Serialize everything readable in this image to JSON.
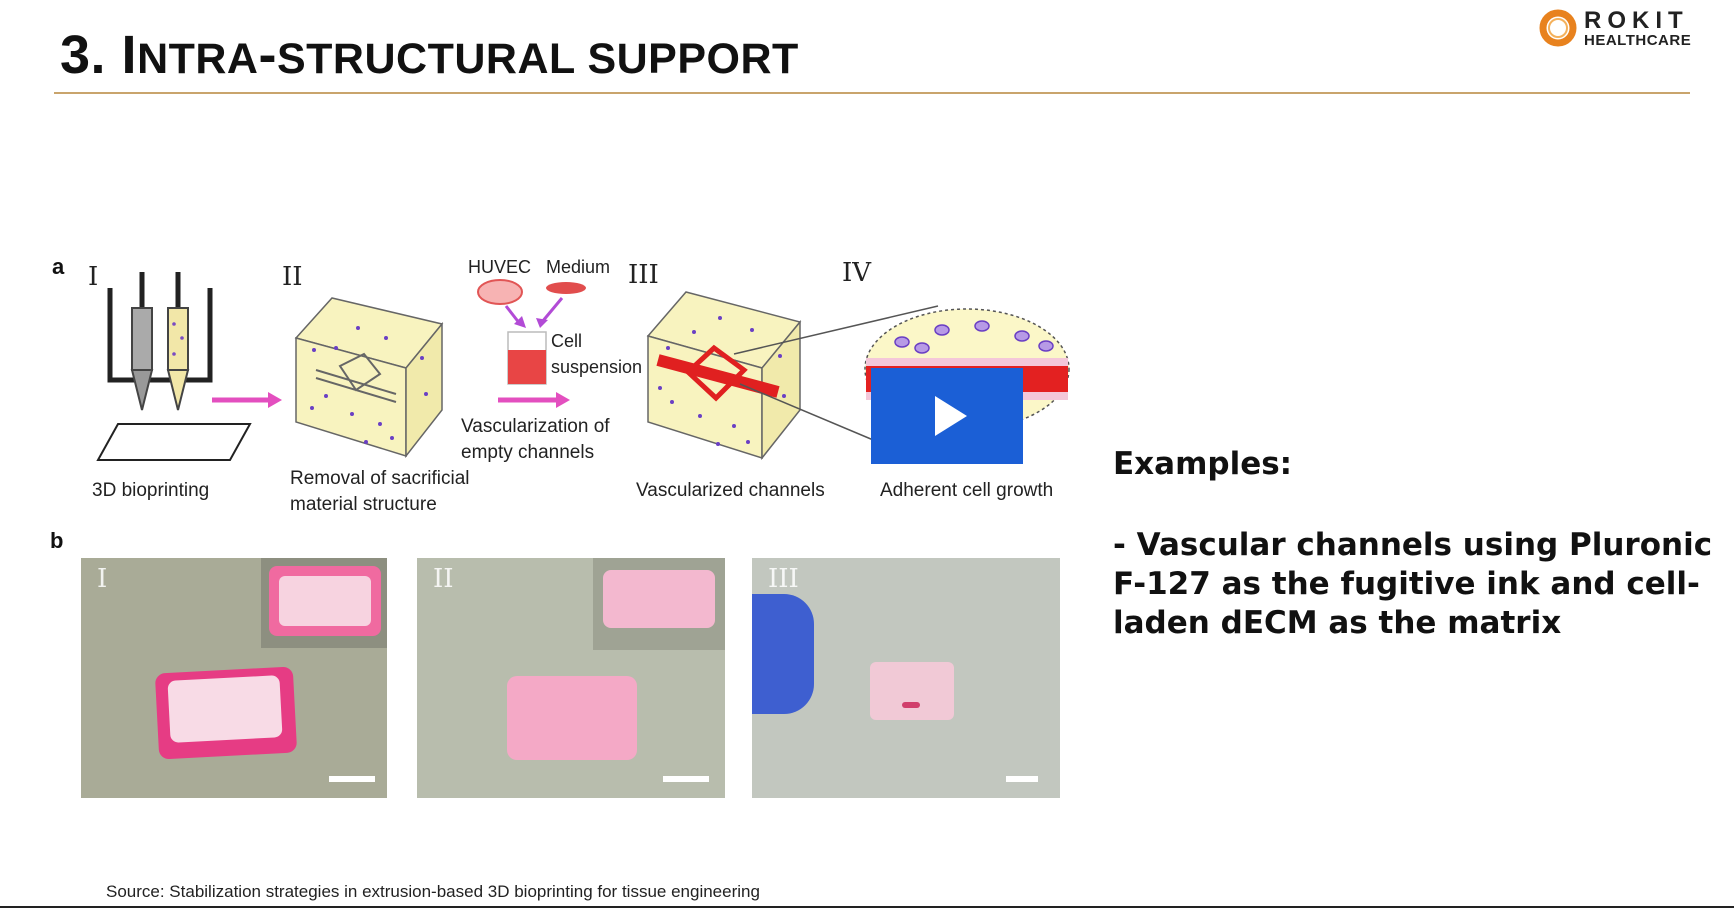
{
  "slide": {
    "title_number": "3. ",
    "title_parts": [
      "I",
      "NTRA",
      "-",
      "STRUCTURAL SUPPORT"
    ],
    "logo_word": "ROKIT",
    "logo_sub": "HEALTHCARE",
    "brand_color": "#e8821e"
  },
  "figure": {
    "panel_a": "a",
    "panel_b": "b",
    "romans": [
      "I",
      "II",
      "III",
      "IV"
    ],
    "inputs": {
      "huvec": "HUVEC",
      "medium": "Medium",
      "cell_suspension_1": "Cell",
      "cell_suspension_2": "suspension"
    },
    "captions": {
      "c1": "3D bioprinting",
      "c2a": "Removal of sacrificial",
      "c2b": "material  structure",
      "c3a": "Vascularization of",
      "c3b": "empty channels",
      "c4": "Vascularized channels",
      "c5": "Adherent cell  growth"
    },
    "photo_labels": [
      "I",
      "II",
      "III"
    ]
  },
  "video": {
    "play_icon": "play-icon",
    "color": "#1b5fd6"
  },
  "examples": {
    "heading": "Examples:",
    "body": "- Vascular channels using Pluronic F-127 as the fugitive ink and cell-laden dECM as the matrix"
  },
  "source": "Source: Stabilization strategies in extrusion-based 3D bioprinting for tissue engineering"
}
